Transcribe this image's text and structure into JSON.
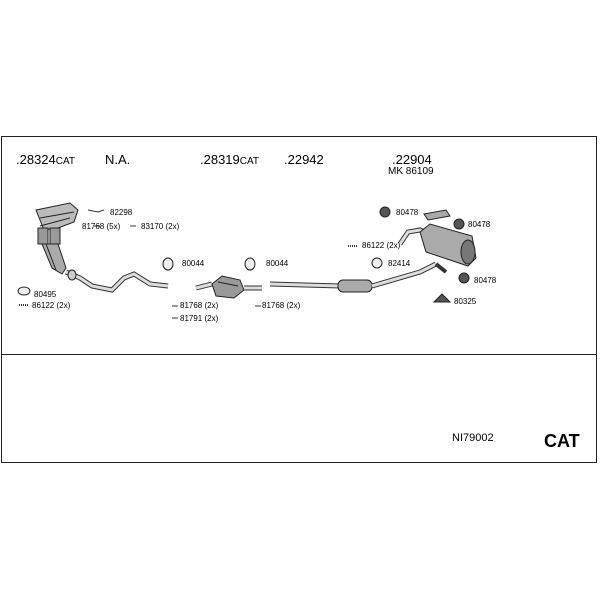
{
  "header": {
    "h1": {
      "num": ".28324",
      "suffix": "CAT"
    },
    "h2": {
      "num": "N.A.",
      "suffix": ""
    },
    "h3": {
      "num": ".28319",
      "suffix": "CAT"
    },
    "h4": {
      "num": ".22942",
      "suffix": ""
    },
    "h5": {
      "num": ".22904",
      "suffix": ""
    },
    "h5_sub": "MK 86109"
  },
  "parts": {
    "p82298": "82298",
    "p81768_5x": "81768 (5x)",
    "p83170_2x": "83170 (2x)",
    "p80495": "80495",
    "p86122_2x_left": "86122 (2x)",
    "p80044_a": "80044",
    "p80044_b": "80044",
    "p81768_2x_a": "81768 (2x)",
    "p81791_2x": "81791 (2x)",
    "p81768_2x_b": "81768 (2x)",
    "p80478_a": "80478",
    "p80478_b": "80478",
    "p86122_2x_right": "86122 (2x)",
    "p82414": "82414",
    "p80478_c": "80478",
    "p80325": "80325"
  },
  "footer": {
    "code": "NI79002",
    "category": "CAT"
  }
}
